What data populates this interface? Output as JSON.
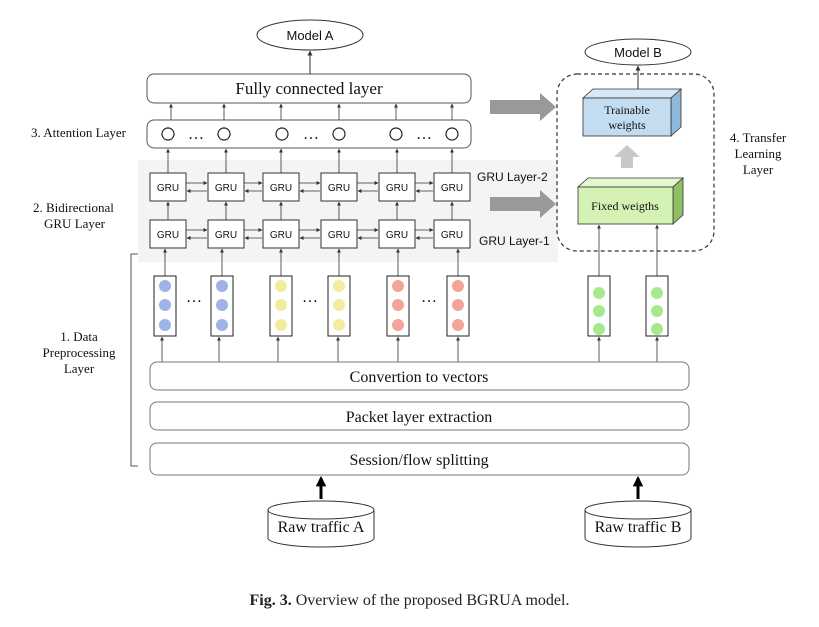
{
  "outputs": {
    "model_a": "Model A",
    "model_b": "Model B"
  },
  "layers": {
    "fully_connected": "Fully connected layer",
    "conversion": "Convertion to vectors",
    "packet_extraction": "Packet layer extraction",
    "session_splitting": "Session/flow splitting"
  },
  "gru": {
    "cell_label": "GRU",
    "layer2": "GRU Layer-2",
    "layer1": "GRU Layer-1"
  },
  "side_labels": {
    "attention": "3. Attention Layer",
    "bigru_line1": "2. Bidirectional",
    "bigru_line2": "GRU Layer",
    "data_line1": "1. Data",
    "data_line2": "Preprocessing",
    "data_line3": "Layer",
    "transfer_line1": "4. Transfer",
    "transfer_line2": "Learning",
    "transfer_line3": "Layer"
  },
  "transfer": {
    "trainable_line1": "Trainable",
    "trainable_line2": "weights",
    "fixed": "Fixed weigths"
  },
  "sources": {
    "raw_a": "Raw traffic A",
    "raw_b": "Raw traffic B"
  },
  "ellipsis": "…",
  "vector_colors": {
    "blue": "#9fb3e6",
    "yellow": "#f3ec9e",
    "red": "#f3a49a",
    "green": "#a6ea8e"
  },
  "caption": {
    "label": "Fig. 3.",
    "text": "Overview of the proposed BGRUA model."
  }
}
